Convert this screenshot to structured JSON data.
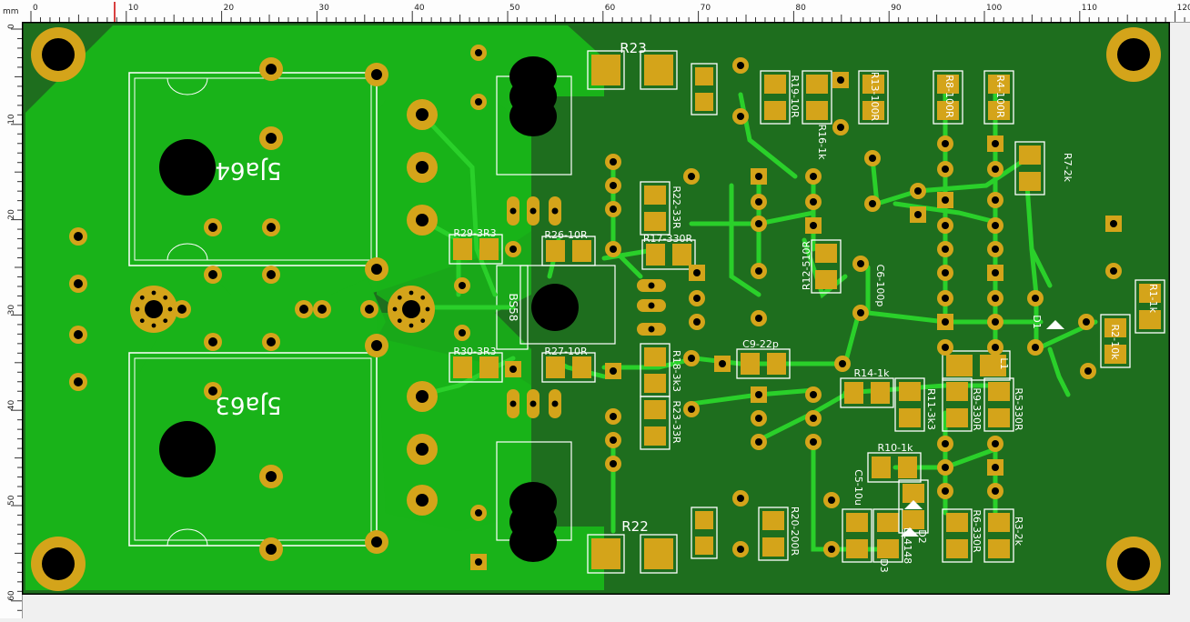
{
  "unit": "mm",
  "colors": {
    "board": "#1e6e1e",
    "copper": "#19b319",
    "trace": "#2ad02a",
    "pad": "#d4a41a",
    "silk": "#ffffff",
    "hole": "#000000",
    "ruler_marker": "#cc0000"
  },
  "ruler_top_labels": [
    "0",
    "10",
    "20",
    "30",
    "40",
    "50",
    "60",
    "70",
    "80",
    "90",
    "100",
    "110",
    "120"
  ],
  "ruler_left_labels": [
    "0",
    "10",
    "20",
    "30",
    "40",
    "50",
    "60"
  ],
  "transistors": [
    {
      "id": "q-top",
      "label": "5Ja64"
    },
    {
      "id": "q-bottom",
      "label": "5Ja63"
    }
  ],
  "labels": [
    {
      "id": "r23",
      "text": "R23",
      "size": 15,
      "rot": 0
    },
    {
      "id": "r22",
      "text": "R22",
      "size": 15,
      "rot": 0
    },
    {
      "id": "r29",
      "text": "R29-3R3",
      "size": 11,
      "rot": 0
    },
    {
      "id": "r26",
      "text": "R26-10R",
      "size": 11,
      "rot": 0
    },
    {
      "id": "r17",
      "text": "R17-330R",
      "size": 11,
      "rot": 0
    },
    {
      "id": "r30",
      "text": "R30-3R3",
      "size": 11,
      "rot": 0
    },
    {
      "id": "r27",
      "text": "R27-10R",
      "size": 11,
      "rot": 0
    },
    {
      "id": "bs58",
      "text": "BS58",
      "size": 12,
      "rot": 90
    },
    {
      "id": "r22b",
      "text": "R22-33R",
      "size": 11,
      "rot": 90
    },
    {
      "id": "r18",
      "text": "R18-3k3",
      "size": 11,
      "rot": 90
    },
    {
      "id": "r23b",
      "text": "R23-33R",
      "size": 11,
      "rot": 90
    },
    {
      "id": "c9",
      "text": "C9-22p",
      "size": 11,
      "rot": 0
    },
    {
      "id": "r19",
      "text": "R19-10R",
      "size": 11,
      "rot": 90
    },
    {
      "id": "r16",
      "text": "R16-1k",
      "size": 11,
      "rot": 90
    },
    {
      "id": "r13",
      "text": "R13-100R",
      "size": 11,
      "rot": 90
    },
    {
      "id": "r8",
      "text": "R8-100R",
      "size": 11,
      "rot": 90
    },
    {
      "id": "r4",
      "text": "R4-100R",
      "size": 11,
      "rot": 90
    },
    {
      "id": "r7",
      "text": "R7-2k",
      "size": 11,
      "rot": 90
    },
    {
      "id": "r12",
      "text": "R12-510R",
      "size": 11,
      "rot": -90
    },
    {
      "id": "c6",
      "text": "C6-100p",
      "size": 11,
      "rot": 90
    },
    {
      "id": "r14",
      "text": "R14-1k",
      "size": 11,
      "rot": 0
    },
    {
      "id": "r11",
      "text": "R11-3k3",
      "size": 11,
      "rot": 90
    },
    {
      "id": "r9",
      "text": "R9-330R",
      "size": 11,
      "rot": 90
    },
    {
      "id": "r5",
      "text": "R5-330R",
      "size": 11,
      "rot": 90
    },
    {
      "id": "l1",
      "text": "L1",
      "size": 11,
      "rot": 90
    },
    {
      "id": "r1",
      "text": "R1-1k",
      "size": 11,
      "rot": 90
    },
    {
      "id": "r2",
      "text": "R2-10k",
      "size": 11,
      "rot": 90
    },
    {
      "id": "d1",
      "text": "D1",
      "size": 11,
      "rot": 90
    },
    {
      "id": "r10",
      "text": "R10-1k",
      "size": 11,
      "rot": 0
    },
    {
      "id": "c5",
      "text": "C5-10u",
      "size": 11,
      "rot": 90
    },
    {
      "id": "d2",
      "text": "D2",
      "size": 11,
      "rot": 90
    },
    {
      "id": "ll4148",
      "text": "LL4148",
      "size": 11,
      "rot": 90
    },
    {
      "id": "d3",
      "text": "D3",
      "size": 11,
      "rot": 90
    },
    {
      "id": "r20",
      "text": "R20-200R",
      "size": 11,
      "rot": 90
    },
    {
      "id": "r6",
      "text": "R6-330R",
      "size": 11,
      "rot": 90
    },
    {
      "id": "r3",
      "text": "R3-2k",
      "size": 11,
      "rot": 90
    }
  ]
}
